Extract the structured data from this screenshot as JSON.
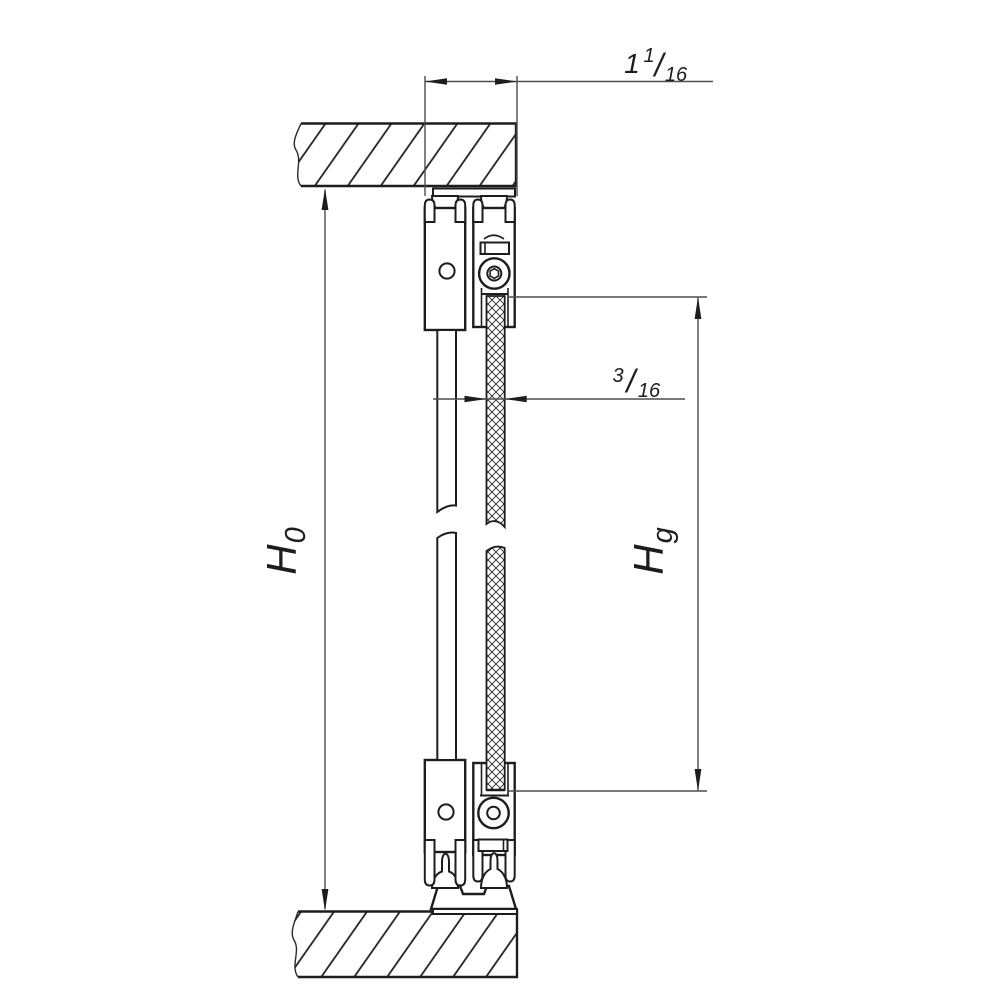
{
  "drawing": {
    "kind": "technical-section-drawing",
    "dimensions": {
      "top_width": {
        "whole": "1",
        "numerator": "1",
        "slash": "/",
        "denominator": "16"
      },
      "glass_thickness": {
        "numerator": "3",
        "slash": "/",
        "denominator": "16"
      },
      "overall_height": {
        "symbol": "H",
        "subscript": "0"
      },
      "glass_height": {
        "symbol": "H",
        "subscript": "g"
      }
    },
    "colors": {
      "line": "#1d1d1d",
      "dimension_line": "#4d4d4d",
      "background": "#ffffff"
    }
  }
}
